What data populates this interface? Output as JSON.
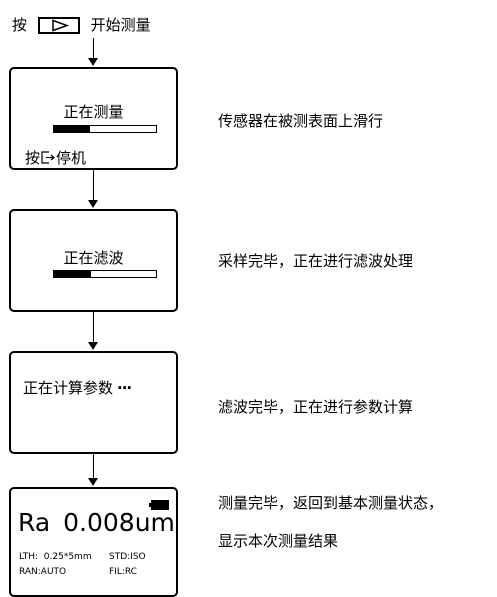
{
  "start": {
    "prefix": "按",
    "button_icon": "play-triangle-icon",
    "suffix": "开始测量"
  },
  "screens": [
    {
      "title": "正在测量",
      "progress": 0.35,
      "footer_prefix": "按",
      "footer_icon": "exit-icon",
      "footer_suffix": "停机",
      "description": "传感器在被测表面上滑行"
    },
    {
      "title": "正在滤波",
      "progress": 0.36,
      "description": "采样完毕，正在进行滤波处理"
    },
    {
      "title": "正在计算参数",
      "ellipsis": "···",
      "description": "滤波完毕，正在进行参数计算"
    },
    {
      "battery_icon": "battery-icon",
      "param": "Ra",
      "value": "0.008",
      "unit": "um",
      "lth": "LTH:  0.25*5mm",
      "std": "STD:ISO",
      "ran": "RAN:AUTO",
      "fil": "FIL:RC",
      "description_line1": "测量完毕，返回到基本测量状态，",
      "description_line2": "显示本次测量结果"
    }
  ]
}
